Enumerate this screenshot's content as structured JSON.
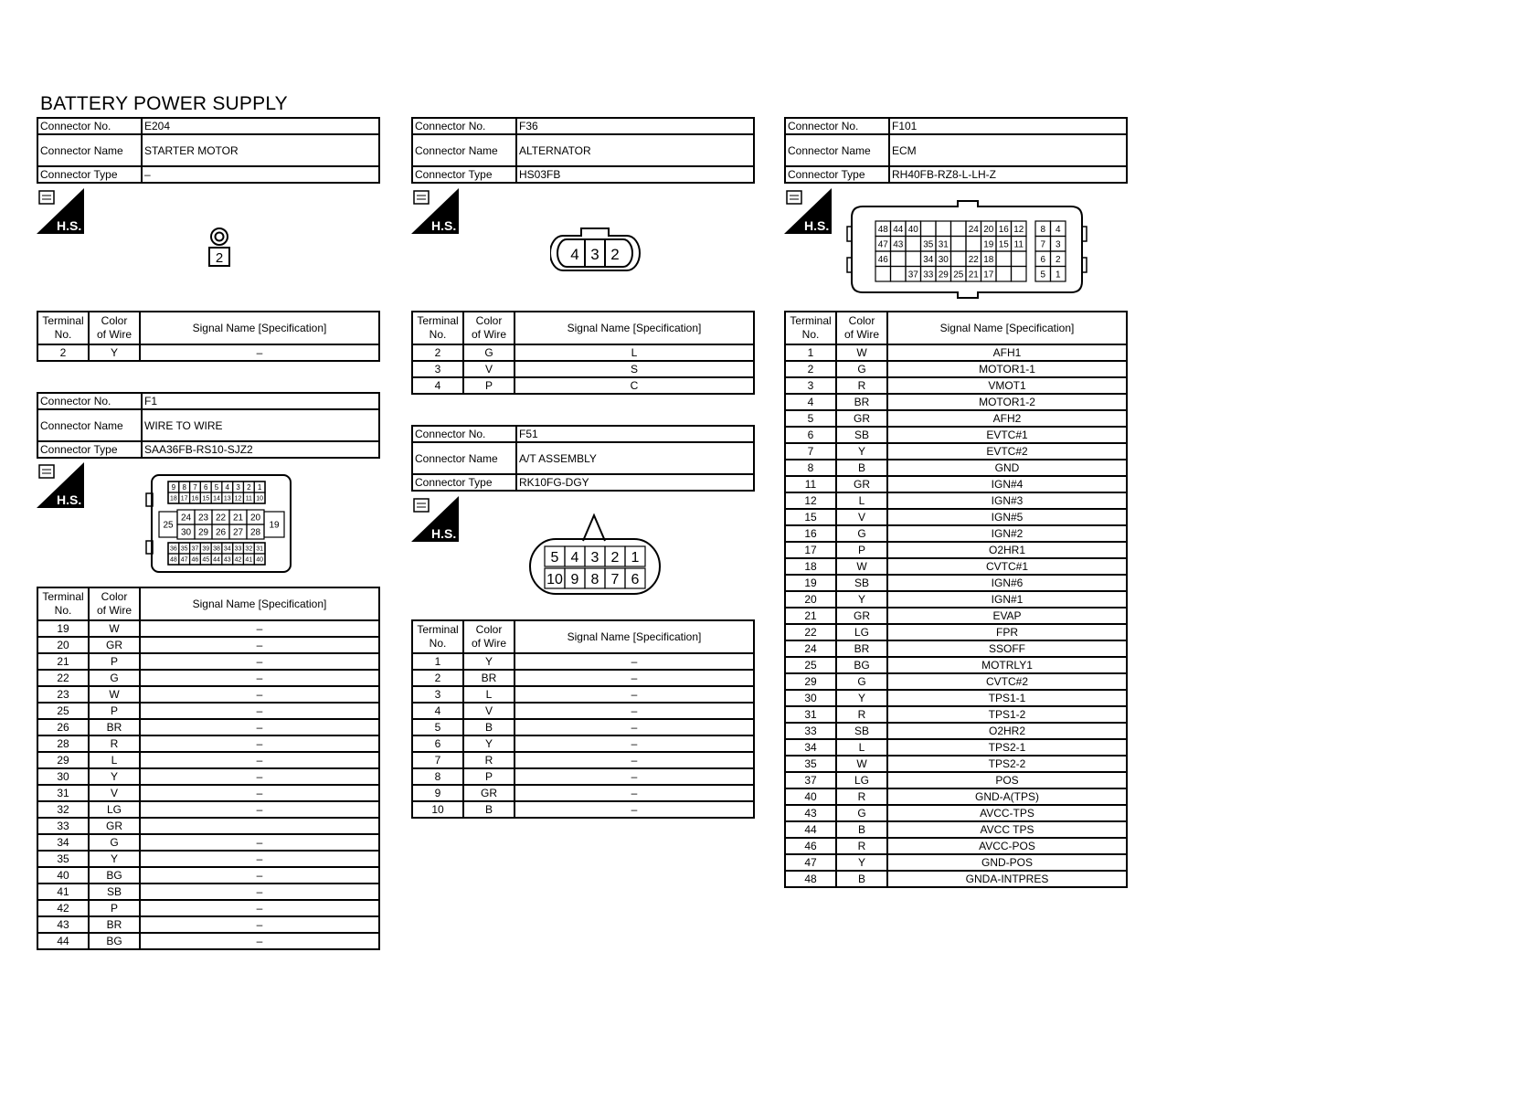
{
  "page": {
    "title": "BATTERY POWER SUPPLY"
  },
  "labels": {
    "connector_no": "Connector No.",
    "connector_name": "Connector Name",
    "connector_type": "Connector Type",
    "terminal_no_1": "Terminal",
    "terminal_no_2": "No.",
    "color_wire_1": "Color",
    "color_wire_2": "of Wire",
    "signal_name": "Signal Name [Specification]",
    "hs_badge": "H.S."
  },
  "connectors": {
    "e204": {
      "no": "E204",
      "name": "STARTER MOTOR",
      "type": "–",
      "pins": [
        "2"
      ],
      "rows": [
        [
          "2",
          "Y",
          "–"
        ]
      ]
    },
    "f1": {
      "no": "F1",
      "name": "WIRE TO WIRE",
      "type": "SAA36FB-RS10-SJZ2",
      "pins_top": [
        "9",
        "8",
        "7",
        "6",
        "5",
        "4",
        "3",
        "2",
        "1"
      ],
      "pins_top2": [
        "18",
        "17",
        "16",
        "15",
        "14",
        "13",
        "12",
        "11",
        "10"
      ],
      "pins_mid1": [
        "24",
        "23",
        "22",
        "21",
        "20"
      ],
      "pins_mid2": [
        "30",
        "29",
        "26",
        "27",
        "28"
      ],
      "pin_left": "25",
      "pin_right": "19",
      "pins_bot1": [
        "36",
        "35",
        "37",
        "39",
        "38",
        "34",
        "33",
        "32",
        "31"
      ],
      "pins_bot2": [
        "48",
        "47",
        "46",
        "45",
        "44",
        "43",
        "42",
        "41",
        "40"
      ],
      "rows": [
        [
          "19",
          "W",
          "–"
        ],
        [
          "20",
          "GR",
          "–"
        ],
        [
          "21",
          "P",
          "–"
        ],
        [
          "22",
          "G",
          "–"
        ],
        [
          "23",
          "W",
          "–"
        ],
        [
          "25",
          "P",
          "–"
        ],
        [
          "26",
          "BR",
          "–"
        ],
        [
          "28",
          "R",
          "–"
        ],
        [
          "29",
          "L",
          "–"
        ],
        [
          "30",
          "Y",
          "–"
        ],
        [
          "31",
          "V",
          "–"
        ],
        [
          "32",
          "LG",
          "–"
        ],
        [
          "33",
          "GR",
          ""
        ],
        [
          "34",
          "G",
          "–"
        ],
        [
          "35",
          "Y",
          "–"
        ],
        [
          "40",
          "BG",
          "–"
        ],
        [
          "41",
          "SB",
          "–"
        ],
        [
          "42",
          "P",
          "–"
        ],
        [
          "43",
          "BR",
          "–"
        ],
        [
          "44",
          "BG",
          "–"
        ]
      ]
    },
    "f36": {
      "no": "F36",
      "name": "ALTERNATOR",
      "type": "HS03FB",
      "pins": [
        "4",
        "3",
        "2"
      ],
      "rows": [
        [
          "2",
          "G",
          "L"
        ],
        [
          "3",
          "V",
          "S"
        ],
        [
          "4",
          "P",
          "C"
        ]
      ]
    },
    "f51": {
      "no": "F51",
      "name": "A/T ASSEMBLY",
      "type": "RK10FG-DGY",
      "pins_top": [
        "5",
        "4",
        "3",
        "2",
        "1"
      ],
      "pins_bot": [
        "10",
        "9",
        "8",
        "7",
        "6"
      ],
      "rows": [
        [
          "1",
          "Y",
          "–"
        ],
        [
          "2",
          "BR",
          "–"
        ],
        [
          "3",
          "L",
          "–"
        ],
        [
          "4",
          "V",
          "–"
        ],
        [
          "5",
          "B",
          "–"
        ],
        [
          "6",
          "Y",
          "–"
        ],
        [
          "7",
          "R",
          "–"
        ],
        [
          "8",
          "P",
          "–"
        ],
        [
          "9",
          "GR",
          "–"
        ],
        [
          "10",
          "B",
          "–"
        ]
      ]
    },
    "f101": {
      "no": "F101",
      "name": "ECM",
      "type": "RH40FB-RZ8-L-LH-Z",
      "grid": [
        [
          "48",
          "44",
          "40",
          "",
          "",
          "",
          "24",
          "20",
          "16",
          "12",
          "8",
          "4"
        ],
        [
          "47",
          "43",
          "",
          "35",
          "31",
          "",
          "",
          "19",
          "15",
          "11",
          "7",
          "3"
        ],
        [
          "46",
          "",
          "",
          "34",
          "30",
          "",
          "22",
          "18",
          "",
          "",
          "6",
          "2"
        ],
        [
          "",
          "",
          "37",
          "33",
          "29",
          "25",
          "21",
          "17",
          "",
          "",
          "5",
          "1"
        ]
      ],
      "rows": [
        [
          "1",
          "W",
          "AFH1"
        ],
        [
          "2",
          "G",
          "MOTOR1-1"
        ],
        [
          "3",
          "R",
          "VMOT1"
        ],
        [
          "4",
          "BR",
          "MOTOR1-2"
        ],
        [
          "5",
          "GR",
          "AFH2"
        ],
        [
          "6",
          "SB",
          "EVTC#1"
        ],
        [
          "7",
          "Y",
          "EVTC#2"
        ],
        [
          "8",
          "B",
          "GND"
        ],
        [
          "11",
          "GR",
          "IGN#4"
        ],
        [
          "12",
          "L",
          "IGN#3"
        ],
        [
          "15",
          "V",
          "IGN#5"
        ],
        [
          "16",
          "G",
          "IGN#2"
        ],
        [
          "17",
          "P",
          "O2HR1"
        ],
        [
          "18",
          "W",
          "CVTC#1"
        ],
        [
          "19",
          "SB",
          "IGN#6"
        ],
        [
          "20",
          "Y",
          "IGN#1"
        ],
        [
          "21",
          "GR",
          "EVAP"
        ],
        [
          "22",
          "LG",
          "FPR"
        ],
        [
          "24",
          "BR",
          "SSOFF"
        ],
        [
          "25",
          "BG",
          "MOTRLY1"
        ],
        [
          "29",
          "G",
          "CVTC#2"
        ],
        [
          "30",
          "Y",
          "TPS1-1"
        ],
        [
          "31",
          "R",
          "TPS1-2"
        ],
        [
          "33",
          "SB",
          "O2HR2"
        ],
        [
          "34",
          "L",
          "TPS2-1"
        ],
        [
          "35",
          "W",
          "TPS2-2"
        ],
        [
          "37",
          "LG",
          "POS"
        ],
        [
          "40",
          "R",
          "GND-A(TPS)"
        ],
        [
          "43",
          "G",
          "AVCC-TPS"
        ],
        [
          "44",
          "B",
          "AVCC TPS"
        ],
        [
          "46",
          "R",
          "AVCC-POS"
        ],
        [
          "47",
          "Y",
          "GND-POS"
        ],
        [
          "48",
          "B",
          "GNDA-INTPRES"
        ]
      ]
    }
  }
}
